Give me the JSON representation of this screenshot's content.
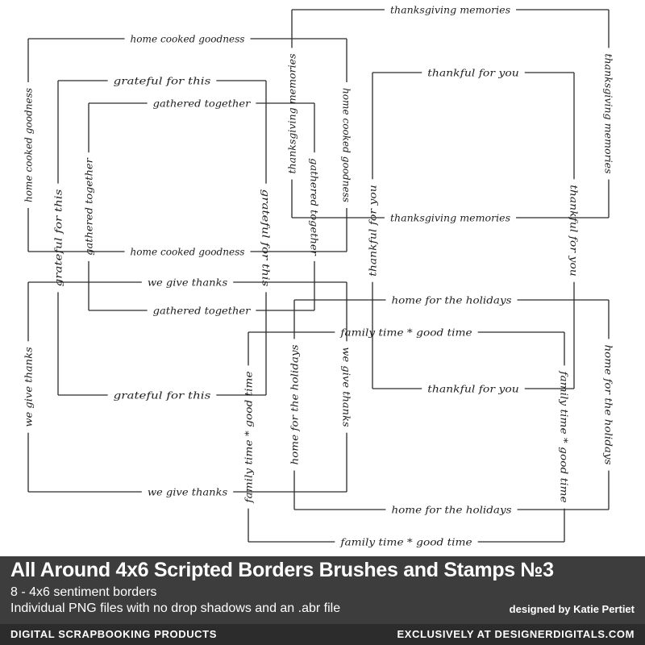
{
  "borders": [
    {
      "phrase": "home cooked goodness"
    },
    {
      "phrase": "grateful for this"
    },
    {
      "phrase": "gathered together"
    },
    {
      "phrase": "thanksgiving memories"
    },
    {
      "phrase": "thankful for you"
    },
    {
      "phrase": "we give thanks"
    },
    {
      "phrase": "home for the holidays"
    },
    {
      "phrase": "family time * good time"
    }
  ],
  "footer": {
    "title": "All Around 4x6 Scripted Borders Brushes and Stamps №3",
    "line1": "8 - 4x6 sentiment borders",
    "line2": "Individual PNG files with no drop shadows and an .abr file",
    "designer": "designed by Katie Pertiet",
    "bar_left": "DIGITAL SCRAPBOOKING PRODUCTS",
    "bar_right": "EXCLUSIVELY AT DESIGNERDIGITALS.COM"
  },
  "colors": {
    "line": "#2a2a2a",
    "text": "#1e1e1e",
    "footer_bg": "#3d3d3d",
    "footer_bar": "#2c2c2c",
    "footer_text": "#ffffff"
  }
}
